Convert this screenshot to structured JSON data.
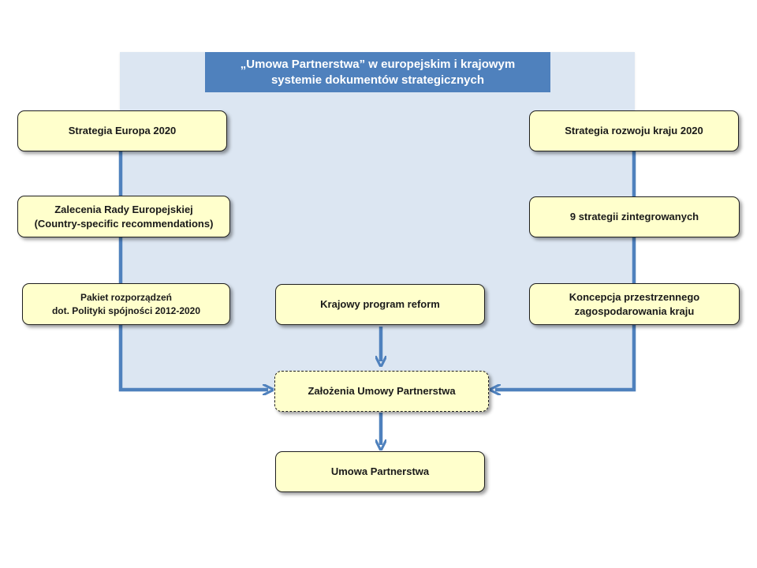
{
  "title": {
    "line1": "„Umowa Partnerstwa” w europejskim i krajowym",
    "line2": "systemie dokumentów strategicznych"
  },
  "nodes": {
    "strategia_europa": {
      "lines": [
        "Strategia Europa 2020"
      ]
    },
    "zalecenia_rady": {
      "lines": [
        "Zalecenia Rady Europejskiej",
        "(Country-specific recommendations)"
      ]
    },
    "pakiet_rozporzadzen": {
      "lines": [
        "Pakiet rozporządzeń",
        "dot. Polityki spójności 2012-2020"
      ]
    },
    "krajowy_program": {
      "lines": [
        "Krajowy program reform"
      ]
    },
    "strategia_rozwoju": {
      "lines": [
        "Strategia rozwoju kraju 2020"
      ]
    },
    "strategie_zintegrowane": {
      "lines": [
        "9 strategii zintegrowanych"
      ]
    },
    "koncepcja": {
      "lines": [
        "Koncepcja przestrzennego",
        "zagospodarowania kraju"
      ]
    },
    "zalozenia": {
      "lines": [
        "Założenia Umowy Partnerstwa"
      ]
    },
    "umowa": {
      "lines": [
        "Umowa Partnerstwa"
      ]
    }
  },
  "colors": {
    "backdrop": "#dce6f2",
    "title_bg": "#4f81bd",
    "box_fill": "#ffffcc",
    "connector": "#4f81bd"
  }
}
